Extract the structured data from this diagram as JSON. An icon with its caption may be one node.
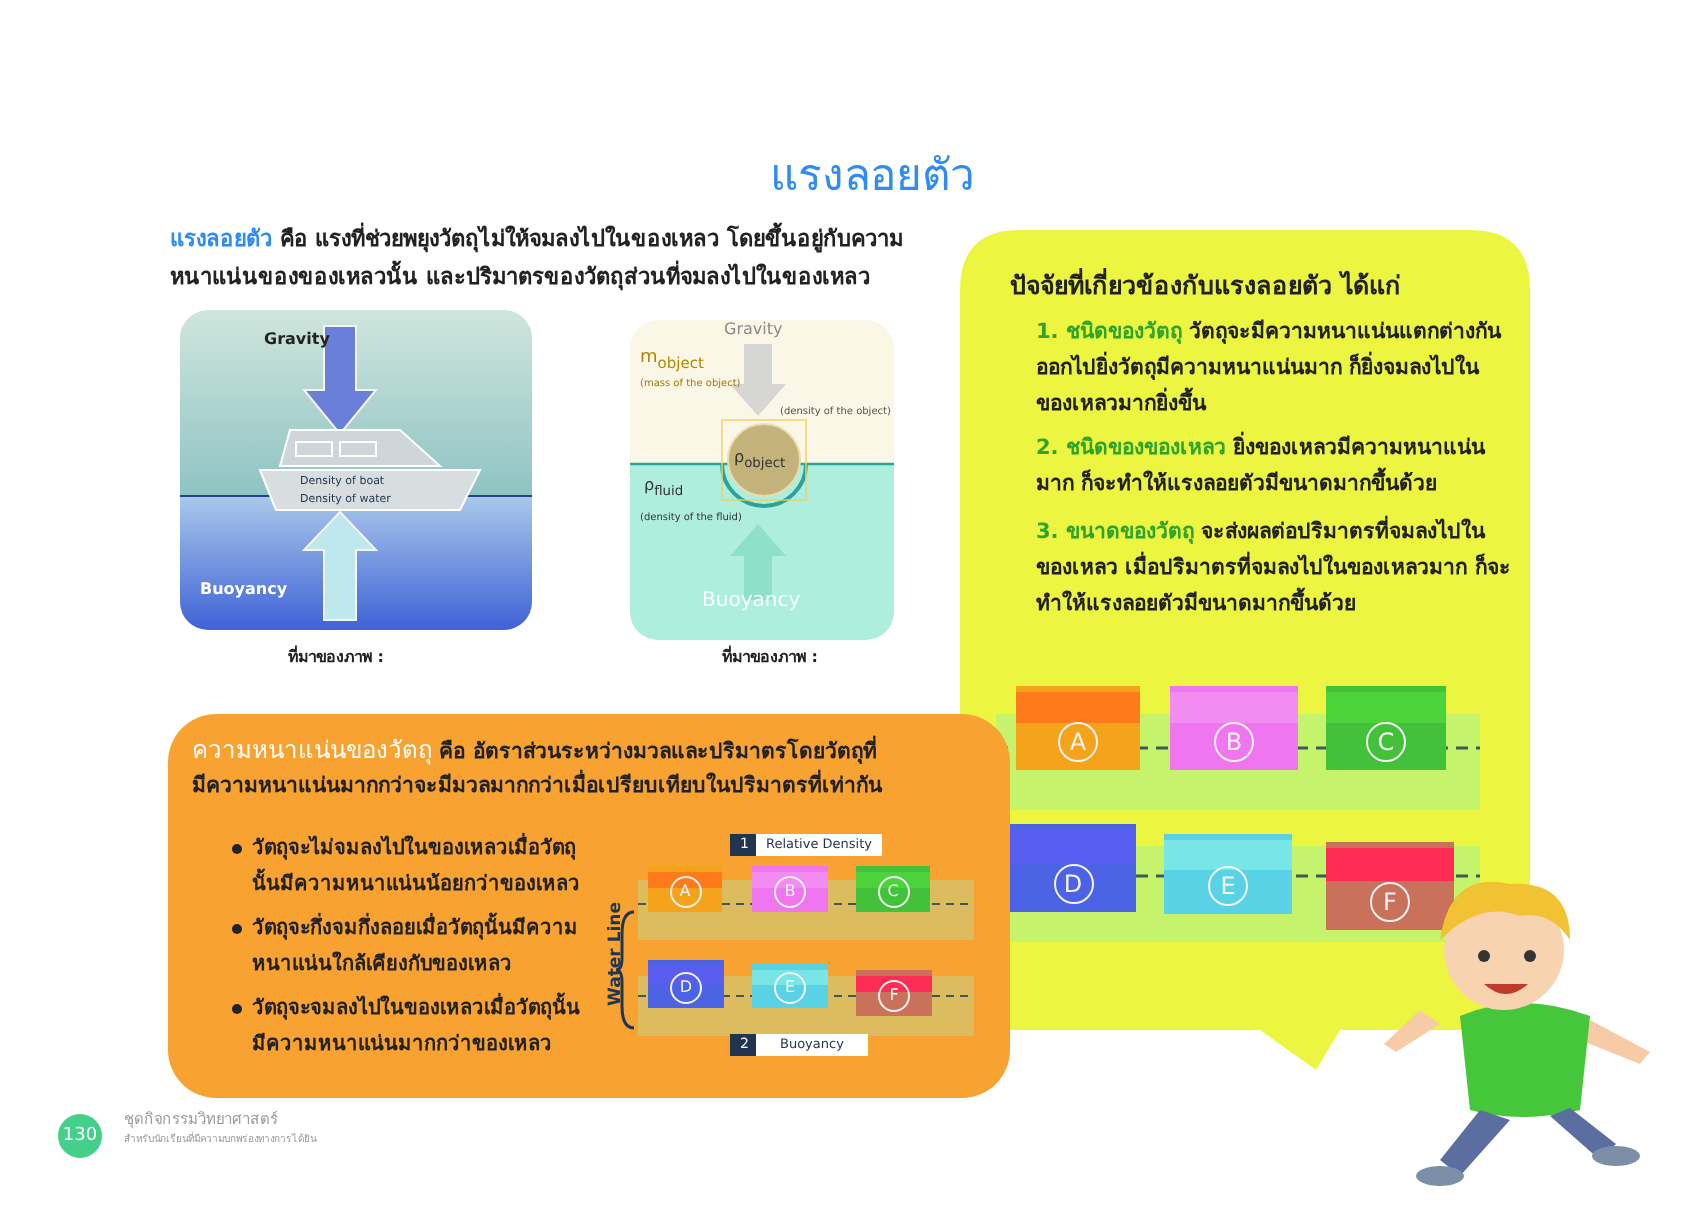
{
  "diagram": {
    "title": "แรงลอยตัว",
    "nodes": [
      {
        "text": [
          "ปัจจัยที่เกี่ยวข้องกับแรงลอยตัว ได้แก่",
          "1. ชนิดของวัตถุ",
          "วัตถุจะมีความหนาแน่นแตกต่างกันออกไปยิ่งวัตถุมีความหนาแน่นมาก ก็ยิ่งจมลงไปในของเหลวมากยิ่งขึ้น",
          "2. ชนิดของของเหลว",
          "ยิ่งของเหลวมีความหนาแน่นมาก ก็จะทำให้แรงลอยตัวมีขนาดมากขึ้นด้วย",
          "3. ขนาดของวัตถุ",
          "จะส่งผลต่อปริมาตรที่จมลงไปในของเหลว เมื่อปริมาตรที่จมลงไปในของเหลวมาก ก็จะทำให้แรงลอยตัวมีขนาดมากขึ้นด้วย"
        ]
      },
      {
        "text": [
          "A"
        ],
        "in": 0
      },
      {
        "text": [
          "B"
        ],
        "in": 0
      },
      {
        "text": [
          "C"
        ],
        "in": 0
      },
      {
        "text": [
          "D"
        ],
        "in": 0
      },
      {
        "text": [
          "E"
        ],
        "in": 0
      },
      {
        "text": [
          "F"
        ],
        "in": 0
      },
      {
        "text": [
          "ความหนาแน่นของวัตถุ",
          "คือ อัตราส่วนระหว่างมวลและปริมาตรโดยวัตถุที่มีความหนาแน่นมากกว่าจะมีมวลมากกว่าเมื่อเปรียบเทียบในปริมาตรที่เท่ากัน",
          "วัตถุจะไม่จมลงไปในของเหลวเมื่อวัตถุนั้นมีความหนาแน่นน้อยกว่าของเหลว",
          "วัตถุจะกึ่งจมกึ่งลอยเมื่อวัตถุนั้นมีความหนาแน่นใกล้เคียงกับของเหลว",
          "วัตถุจะจมลงไปในของเหลวเมื่อวัตถุนั้นมีความหนาแน่นมากกว่าของเหลว"
        ]
      },
      {
        "text": [
          "A"
        ],
        "in": 7
      },
      {
        "text": [
          "B"
        ],
        "in": 7
      },
      {
        "text": [
          "C"
        ],
        "in": 7
      },
      {
        "text": [
          "D"
        ],
        "in": 7
      },
      {
        "text": [
          "E"
        ],
        "in": 7
      },
      {
        "text": [
          "F"
        ],
        "in": 7
      }
    ],
    "labels": [
      "แรงลอยตัว",
      "คือ แรงที่ช่วยพยุงวัตถุไม่ให้จมลงไปในของเหลว โดยขึ้นอยู่กับความหนาแน่นของของเหลวนั้น และปริมาตรของวัตถุส่วนที่จมลงไปในของเหลว",
      "Gravity",
      "Density of boat",
      "Density of water",
      "Buoyancy",
      "Gravity",
      "m$_{object}$",
      "(mass of the object)",
      "(density of the object)",
      "ρ$_{object}$",
      "ρ$_{fluid}$",
      "(density of the fluid)",
      "Buoyancy",
      "ที่มาของภาพ :",
      "ที่มาของภาพ :",
      "1",
      "Relative Density",
      "Water Line",
      "2",
      "Buoyancy",
      "130",
      "ชุดกิจกรรมวิทยาศาสตร์",
      "สำหรับนักเรียนที่มีความบกพร่องทางการได้ยิน"
    ]
  }
}
